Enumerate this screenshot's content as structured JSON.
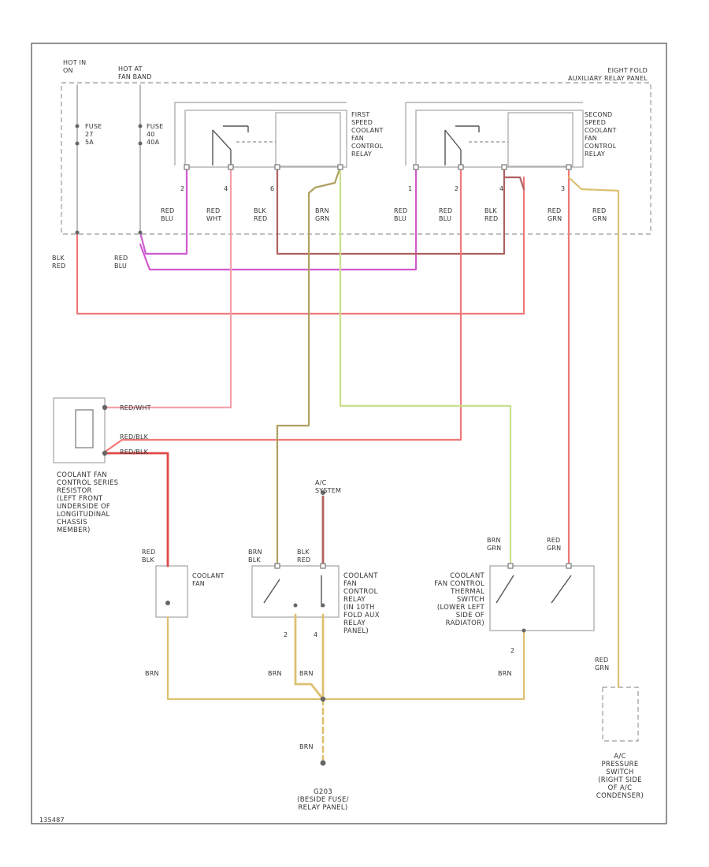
{
  "title": "",
  "colors": {
    "red": "#f07878",
    "red_dark": "#e04848",
    "pink": "#f4a0a8",
    "violet": "#d05ad0",
    "blk_red": "#b06060",
    "tan": "#ddc070",
    "olive": "#b0a060",
    "green": "#c8e08a",
    "box": "#b0b0b0",
    "wire_grey": "#aaaaaa"
  },
  "power": {
    "hot_run": [
      "HOT IN",
      "ON"
    ],
    "hot_fan": [
      "HOT AT",
      "FAN BAND"
    ],
    "fuse_a": [
      "FUSE",
      "27",
      "5A"
    ],
    "fuse_b": [
      "FUSE",
      "40",
      "40A"
    ]
  },
  "relay_panel": [
    "EIGHT FOLD",
    "AUXILIARY RELAY PANEL"
  ],
  "relay_1": [
    "FIRST",
    "SPEED",
    "COOLANT",
    "FAN",
    "CONTROL",
    "RELAY"
  ],
  "relay_2": [
    "SECOND",
    "SPEED",
    "COOLANT",
    "FAN",
    "CONTROL",
    "RELAY"
  ],
  "pins": {
    "r1": [
      "2",
      "4",
      "6"
    ],
    "r2": [
      "1",
      "2",
      "4",
      "3"
    ]
  },
  "wires_panel": [
    [
      "RED",
      "BLU"
    ],
    [
      "RED",
      "WHT"
    ],
    [
      "BLK",
      "RED"
    ],
    [
      "BRN",
      "GRN"
    ],
    [
      "RED",
      "BLU"
    ],
    [
      "RED",
      "BLU"
    ],
    [
      "BLK",
      "RED"
    ],
    [
      "RED",
      "GRN"
    ],
    [
      "RED",
      "GRN"
    ]
  ],
  "left_wires": {
    "blk_red": [
      "BLK",
      "RED"
    ],
    "red_blu": [
      "RED",
      "BLU"
    ]
  },
  "resistor_wires": [
    "RED/WHT",
    "RED/BLK",
    "RED/BLK"
  ],
  "resistor": [
    "COOLANT FAN",
    "CONTROL SERIES",
    "RESISTOR",
    "(LEFT FRONT",
    "UNDERSIDE OF",
    "LONGITUDINAL",
    "CHASSIS",
    "MEMBER)"
  ],
  "ac_system": [
    "A/C",
    "SYSTEM"
  ],
  "fan": {
    "label": [
      "COOLANT",
      "FAN"
    ],
    "wire": [
      "RED",
      "BLK"
    ]
  },
  "ac_relay": {
    "label": [
      "COOLANT",
      "FAN",
      "CONTROL",
      "RELAY",
      "(IN 10TH",
      "FOLD AUX",
      "RELAY",
      "PANEL)"
    ],
    "wire_left": [
      "BRN",
      "BLK"
    ],
    "wire_right": [
      "BLK",
      "RED"
    ],
    "pins": [
      "2",
      "4"
    ]
  },
  "thermal": {
    "label": [
      "COOLANT",
      "FAN CONTROL",
      "THERMAL",
      "SWITCH",
      "(LOWER LEFT",
      "SIDE OF",
      "RADIATOR)"
    ],
    "wire_left": [
      "BRN",
      "GRN"
    ],
    "wire_right": [
      "RED",
      "GRN"
    ],
    "pin": "2"
  },
  "pressure": {
    "label": [
      "A/C",
      "PRESSURE",
      "SWITCH",
      "(RIGHT SIDE",
      "OF A/C",
      "CONDENSER)"
    ],
    "wire": [
      "RED",
      "GRN"
    ]
  },
  "brn": "BRN",
  "ground": [
    "G203",
    "(BESIDE FUSE/",
    "RELAY PANEL)"
  ],
  "fig_code": "135487"
}
